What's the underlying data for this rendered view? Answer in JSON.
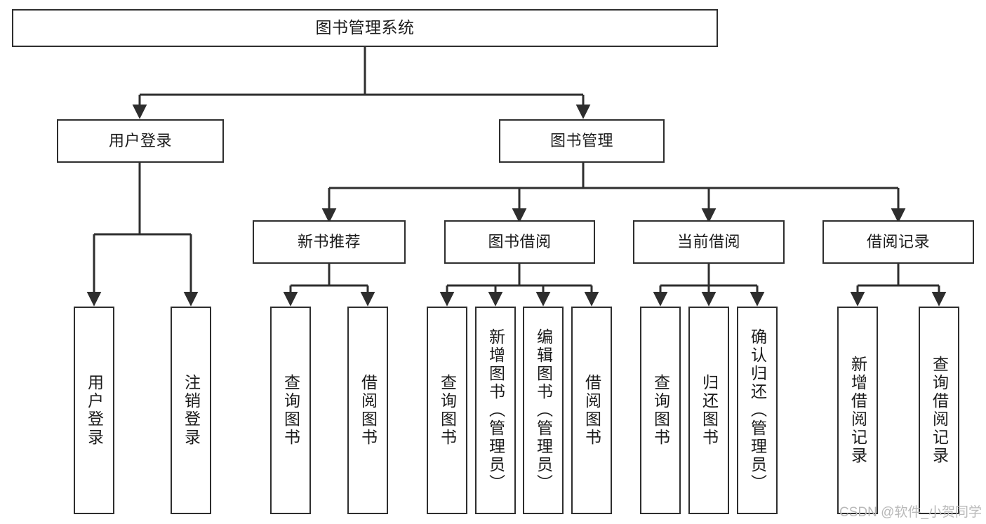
{
  "diagram": {
    "type": "tree",
    "title": "图书管理系统",
    "watermark": "CSDN @软件_小贺同学",
    "colors": {
      "box_border": "#2e2e2e",
      "box_fill": "#ffffff",
      "connector": "#2e2e2e",
      "text": "#1b1b1b",
      "watermark": "#b9b9b9",
      "background": "#ffffff"
    },
    "root": {
      "label": "图书管理系统"
    },
    "level1": [
      {
        "label": "用户登录"
      },
      {
        "label": "图书管理"
      }
    ],
    "level2": [
      {
        "label": "新书推荐"
      },
      {
        "label": "图书借阅"
      },
      {
        "label": "当前借阅"
      },
      {
        "label": "借阅记录"
      }
    ],
    "leaves": {
      "user_login": [
        {
          "label": "用户登录"
        },
        {
          "label": "注销登录"
        }
      ],
      "new_book_recommend": [
        {
          "label": "查询图书"
        },
        {
          "label": "借阅图书"
        }
      ],
      "book_borrow": [
        {
          "label": "查询图书"
        },
        {
          "label": "新增图书（管理员）"
        },
        {
          "label": "编辑图书（管理员）"
        },
        {
          "label": "借阅图书"
        }
      ],
      "current_borrow": [
        {
          "label": "查询图书"
        },
        {
          "label": "归还图书"
        },
        {
          "label": "确认归还（管理员）"
        }
      ],
      "borrow_record": [
        {
          "label": "新增借阅记录"
        },
        {
          "label": "查询借阅记录"
        }
      ]
    }
  }
}
